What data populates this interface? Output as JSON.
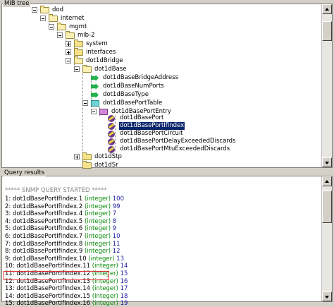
{
  "mib_tree": {
    "title": "MIB tree",
    "nodes": [
      {
        "label": "dod",
        "icon": "folder-open-icon",
        "expander": "minus"
      },
      {
        "label": "internet",
        "icon": "folder-open-icon",
        "expander": "minus"
      },
      {
        "label": "mgmt",
        "icon": "folder-open-icon",
        "expander": "minus"
      },
      {
        "label": "mib-2",
        "icon": "folder-open-icon",
        "expander": "minus"
      },
      {
        "label": "system",
        "icon": "folder-icon",
        "expander": "plus"
      },
      {
        "label": "interfaces",
        "icon": "folder-icon",
        "expander": "plus"
      },
      {
        "label": "dot1dBridge",
        "icon": "folder-open-icon",
        "expander": "minus"
      },
      {
        "label": "dot1dBase",
        "icon": "folder-open-icon",
        "expander": "minus"
      },
      {
        "label": "dot1dBaseBridgeAddress",
        "icon": "leaf-scalar-icon"
      },
      {
        "label": "dot1dBaseNumPorts",
        "icon": "leaf-scalar-icon"
      },
      {
        "label": "dot1dBaseType",
        "icon": "leaf-scalar-icon"
      },
      {
        "label": "dot1dBasePortTable",
        "icon": "table-icon",
        "expander": "minus"
      },
      {
        "label": "dot1dBasePortEntry",
        "icon": "entry-icon",
        "expander": "minus"
      },
      {
        "label": "dot1dBasePort",
        "icon": "column-icon"
      },
      {
        "label": "dot1dBasePortIfIndex",
        "icon": "column-icon",
        "selected": true
      },
      {
        "label": "dot1dBasePortCircuit",
        "icon": "column-icon"
      },
      {
        "label": "dot1dBasePortDelayExceededDiscards",
        "icon": "column-icon"
      },
      {
        "label": "dot1dBasePortMtuExceededDiscards",
        "icon": "column-icon"
      },
      {
        "label": "dot1dStp",
        "icon": "folder-icon",
        "expander": "plus"
      },
      {
        "label": "dot1dSr",
        "icon": "folder-icon"
      }
    ]
  },
  "query_results": {
    "title": "Query results",
    "banner": "***** SNMP QUERY STARTED *****",
    "rows": [
      {
        "prefix": "1: dot1dBasePortIfIndex.1",
        "type": "(integer)",
        "value": "100"
      },
      {
        "prefix": "2: dot1dBasePortIfIndex.2",
        "type": "(integer)",
        "value": "99"
      },
      {
        "prefix": "3: dot1dBasePortIfIndex.4",
        "type": "(integer)",
        "value": "7"
      },
      {
        "prefix": "4: dot1dBasePortIfIndex.5",
        "type": "(integer)",
        "value": "8"
      },
      {
        "prefix": "5: dot1dBasePortIfIndex.6",
        "type": "(integer)",
        "value": "9"
      },
      {
        "prefix": "6: dot1dBasePortIfIndex.7",
        "type": "(integer)",
        "value": "10"
      },
      {
        "prefix": "7: dot1dBasePortIfIndex.8",
        "type": "(integer)",
        "value": "11"
      },
      {
        "prefix": "8: dot1dBasePortIfIndex.9",
        "type": "(integer)",
        "value": "12"
      },
      {
        "prefix": "9: dot1dBasePortIfIndex.10",
        "type": "(integer)",
        "value": "13"
      },
      {
        "prefix": "10: dot1dBasePortIfIndex.11",
        "type": "(integer)",
        "value": "14"
      },
      {
        "prefix": "11: dot1dBasePortIfIndex.12",
        "type": "(integer)",
        "value": "15"
      },
      {
        "prefix": "12: dot1dBasePortIfIndex.13",
        "type": "(integer)",
        "value": "16"
      },
      {
        "prefix": "13: dot1dBasePortIfIndex.14",
        "type": "(integer)",
        "value": "17",
        "highlighted": true
      },
      {
        "prefix": "14: dot1dBasePortIfIndex.15",
        "type": "(integer)",
        "value": "18"
      },
      {
        "prefix": "15: dot1dBasePortIfIndex.16",
        "type": "(integer)",
        "value": "19"
      }
    ]
  },
  "colors": {
    "selection": "#0a246a",
    "type_text": "#0a8a0a",
    "value_text": "#1a1aa0",
    "highlight_border": "#e03030"
  }
}
